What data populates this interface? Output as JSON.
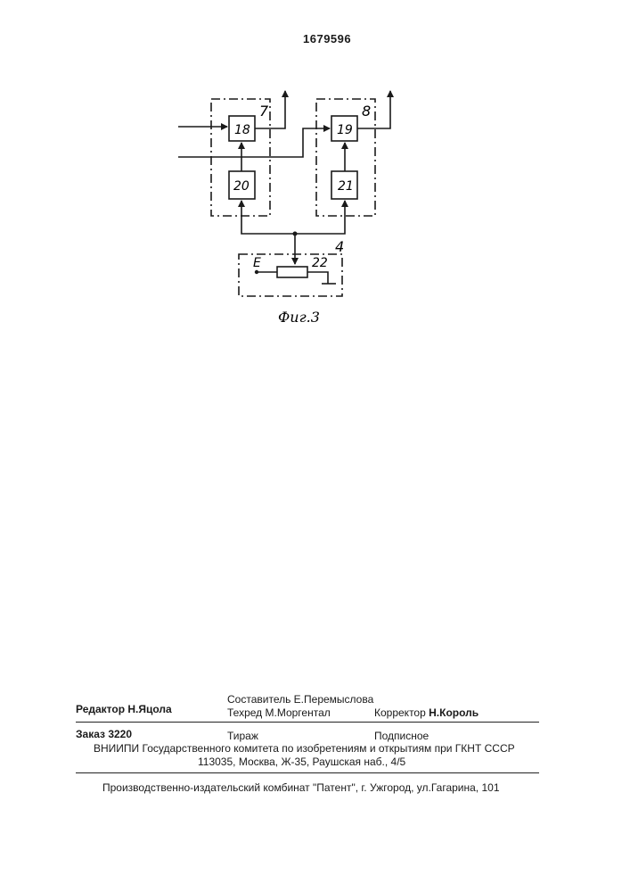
{
  "patent_number": "1679596",
  "figure": {
    "blocks": {
      "b18": "18",
      "b19": "19",
      "b20": "20",
      "b21": "21",
      "b22": "22"
    },
    "groups": {
      "g7": "7",
      "g8": "8",
      "g4": "4"
    },
    "source_label": "E",
    "caption": "Фиг.3"
  },
  "imprint": {
    "editor": "Редактор  Н.Яцола",
    "compiler": "Составитель  Е.Перемыслова",
    "techred": "Техред М.Моргентал",
    "corrector_label": "Корректор",
    "corrector_name": "Н.Король",
    "order": "Заказ  3220",
    "circulation": "Тираж",
    "subscription": "Подписное",
    "organization": "ВНИИПИ Государственного комитета по изобретениям и открытиям при ГКНТ СССР",
    "address": "113035, Москва, Ж-35, Раушская наб., 4/5",
    "printer": "Производственно-издательский комбинат \"Патент\", г. Ужгород, ул.Гагарина, 101"
  }
}
